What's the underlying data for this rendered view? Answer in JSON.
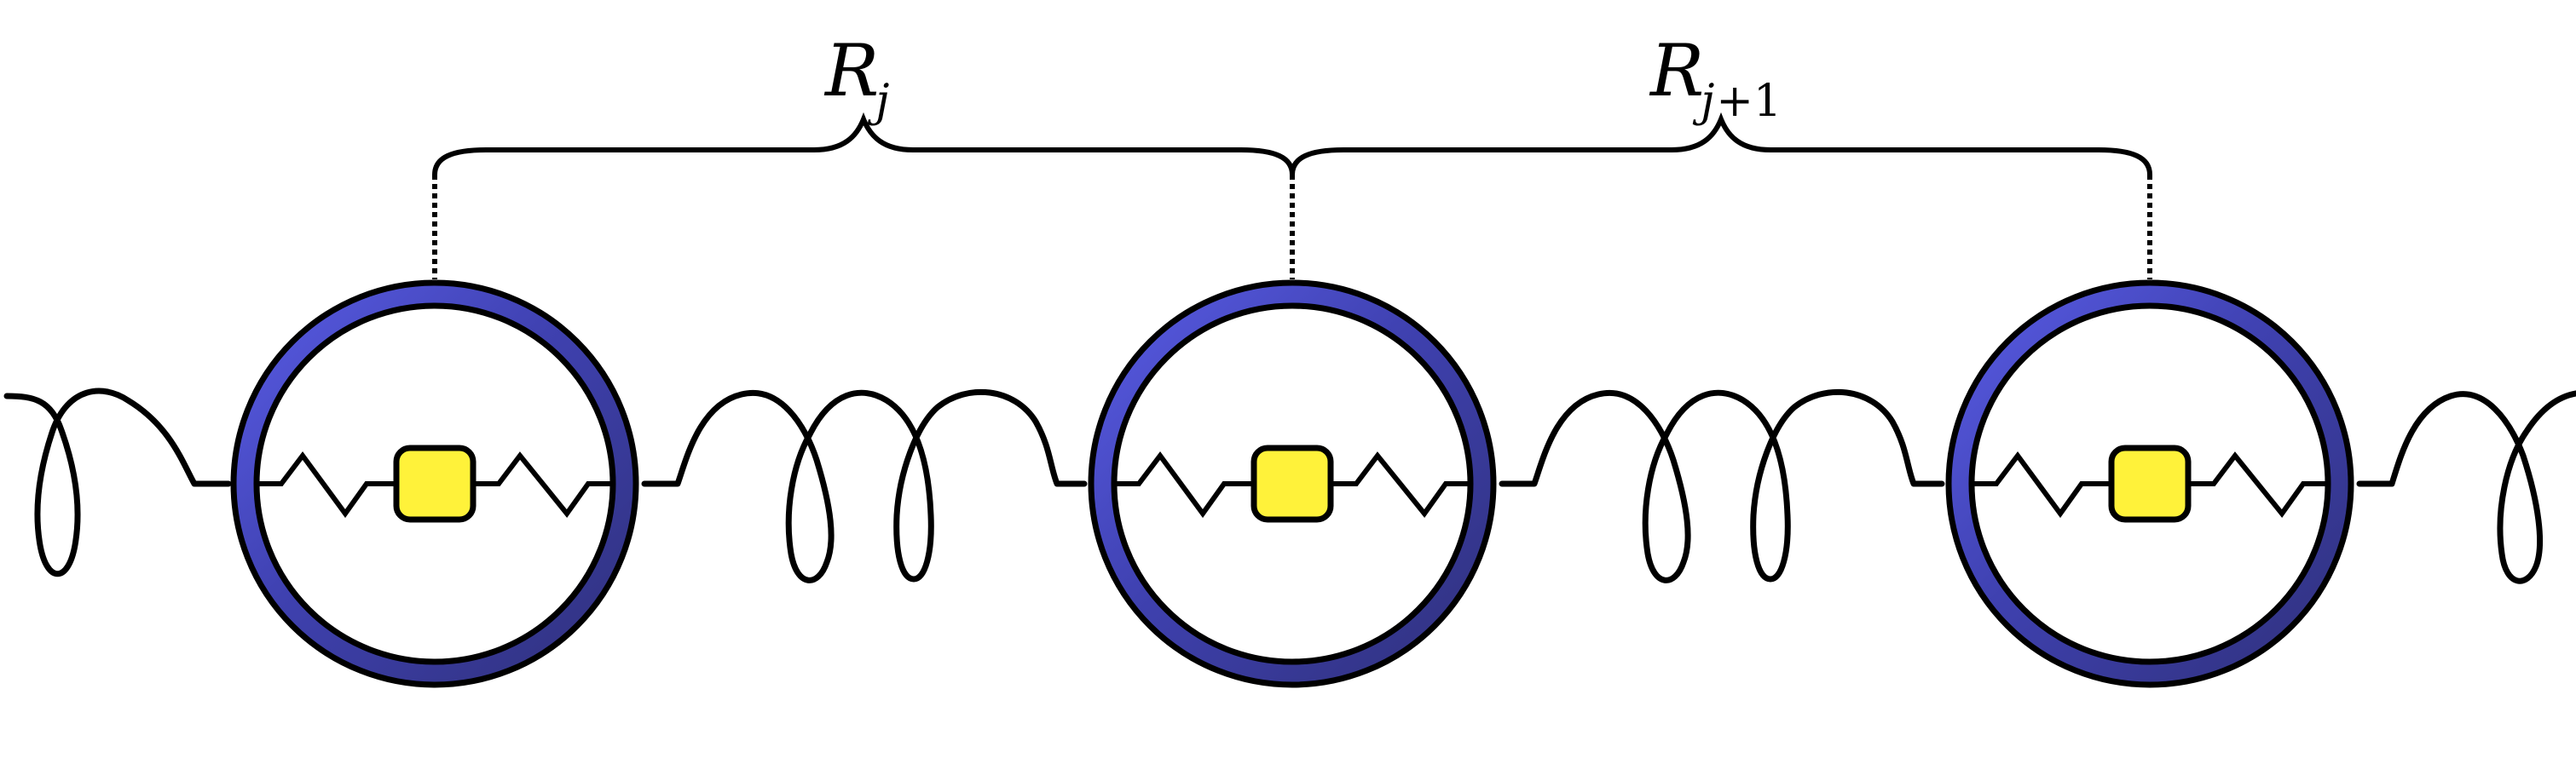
{
  "labels": {
    "bracket_1": {
      "main": "R",
      "sub": "j"
    },
    "bracket_2": {
      "main": "R",
      "sub_italic": "j",
      "sub_rest": "+1"
    }
  },
  "colors": {
    "ring_light": "#5a5de8",
    "ring_dark": "#34348a",
    "mass_fill": "#fff23a",
    "stroke": "#000000"
  }
}
